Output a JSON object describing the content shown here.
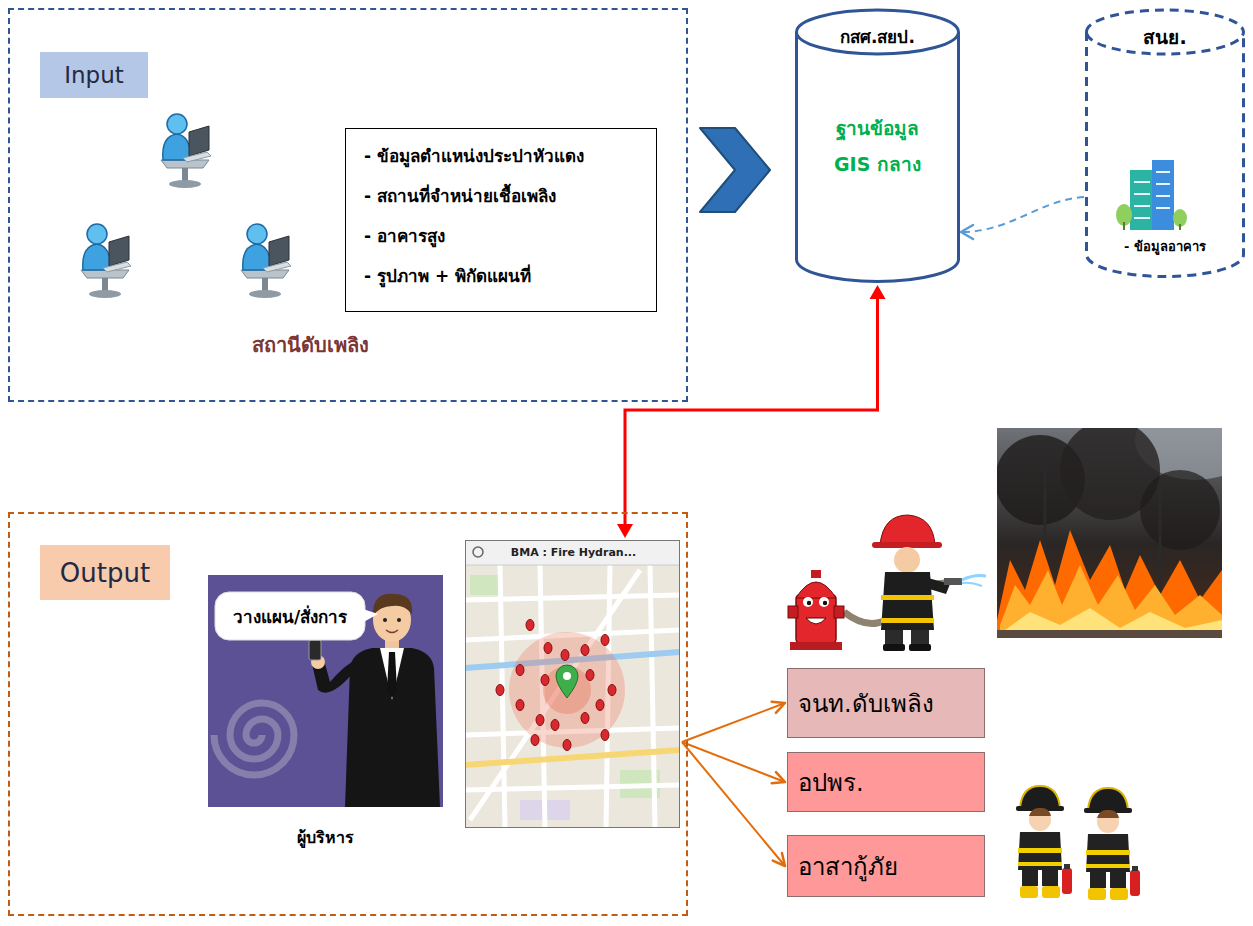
{
  "diagram": {
    "nodes": [
      {
        "text": [
          "Input",
          "สถานีดับเพลิง"
        ]
      },
      {
        "text": [
          "- ข้อมูลตำแหน่งประปาหัวแดง",
          "- สถานที่จำหน่ายเชื้อเพลิง",
          "- อาคารสูง",
          "- รูปภาพ + พิกัดแผนที่"
        ],
        "in": 0
      },
      {
        "text": [
          "กสศ.สยป.",
          "ฐานข้อมูล GIS กลาง"
        ]
      },
      {
        "text": [
          "สนย.",
          "- ข้อมูลอาคาร"
        ]
      },
      {
        "text": [
          "Output"
        ]
      },
      {
        "text": [
          "วางแผน/สั่งการ",
          "ผู้บริหาร"
        ],
        "in": 4
      },
      {
        "text": [
          "BMA : Fire Hydran..."
        ],
        "in": 4
      },
      {
        "text": [
          "จนท.ดับเพลิง"
        ]
      },
      {
        "text": [
          "อปพร."
        ]
      },
      {
        "text": [
          "อาสากู้ภัย"
        ]
      }
    ],
    "edges": [
      {
        "from": 0,
        "to": 2,
        "arrow": "to"
      },
      {
        "from": 3,
        "to": 2,
        "arrow": "to"
      },
      {
        "from": 2,
        "to": 6,
        "arrow": "both"
      },
      {
        "from": 6,
        "to": 7,
        "arrow": "to"
      },
      {
        "from": 6,
        "to": 8,
        "arrow": "to"
      },
      {
        "from": 6,
        "to": 9,
        "arrow": "to"
      }
    ]
  }
}
